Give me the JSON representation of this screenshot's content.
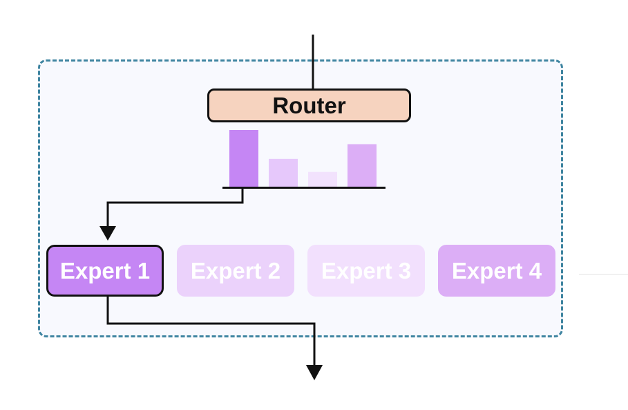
{
  "router": {
    "label": "Router"
  },
  "router_distribution": [
    {
      "expert": "Expert 1",
      "weight": 1.0,
      "color": "#c586f4"
    },
    {
      "expert": "Expert 2",
      "weight": 0.49,
      "color": "#e6c8fb"
    },
    {
      "expert": "Expert 3",
      "weight": 0.26,
      "color": "#f2e2fd"
    },
    {
      "expert": "Expert 4",
      "weight": 0.75,
      "color": "#dcaef6"
    }
  ],
  "selected_expert": "Expert 1",
  "experts": [
    {
      "label": "Expert 1",
      "selected": true,
      "color": "#c586f4"
    },
    {
      "label": "Expert 2",
      "selected": false,
      "color": "#ebd2fb"
    },
    {
      "label": "Expert 3",
      "selected": false,
      "color": "#f2e0fd"
    },
    {
      "label": "Expert 4",
      "selected": false,
      "color": "#dcaef6"
    }
  ],
  "colors": {
    "border_dashed": "#3e84a0",
    "router_fill": "#f6d3bf",
    "line": "#111111"
  }
}
